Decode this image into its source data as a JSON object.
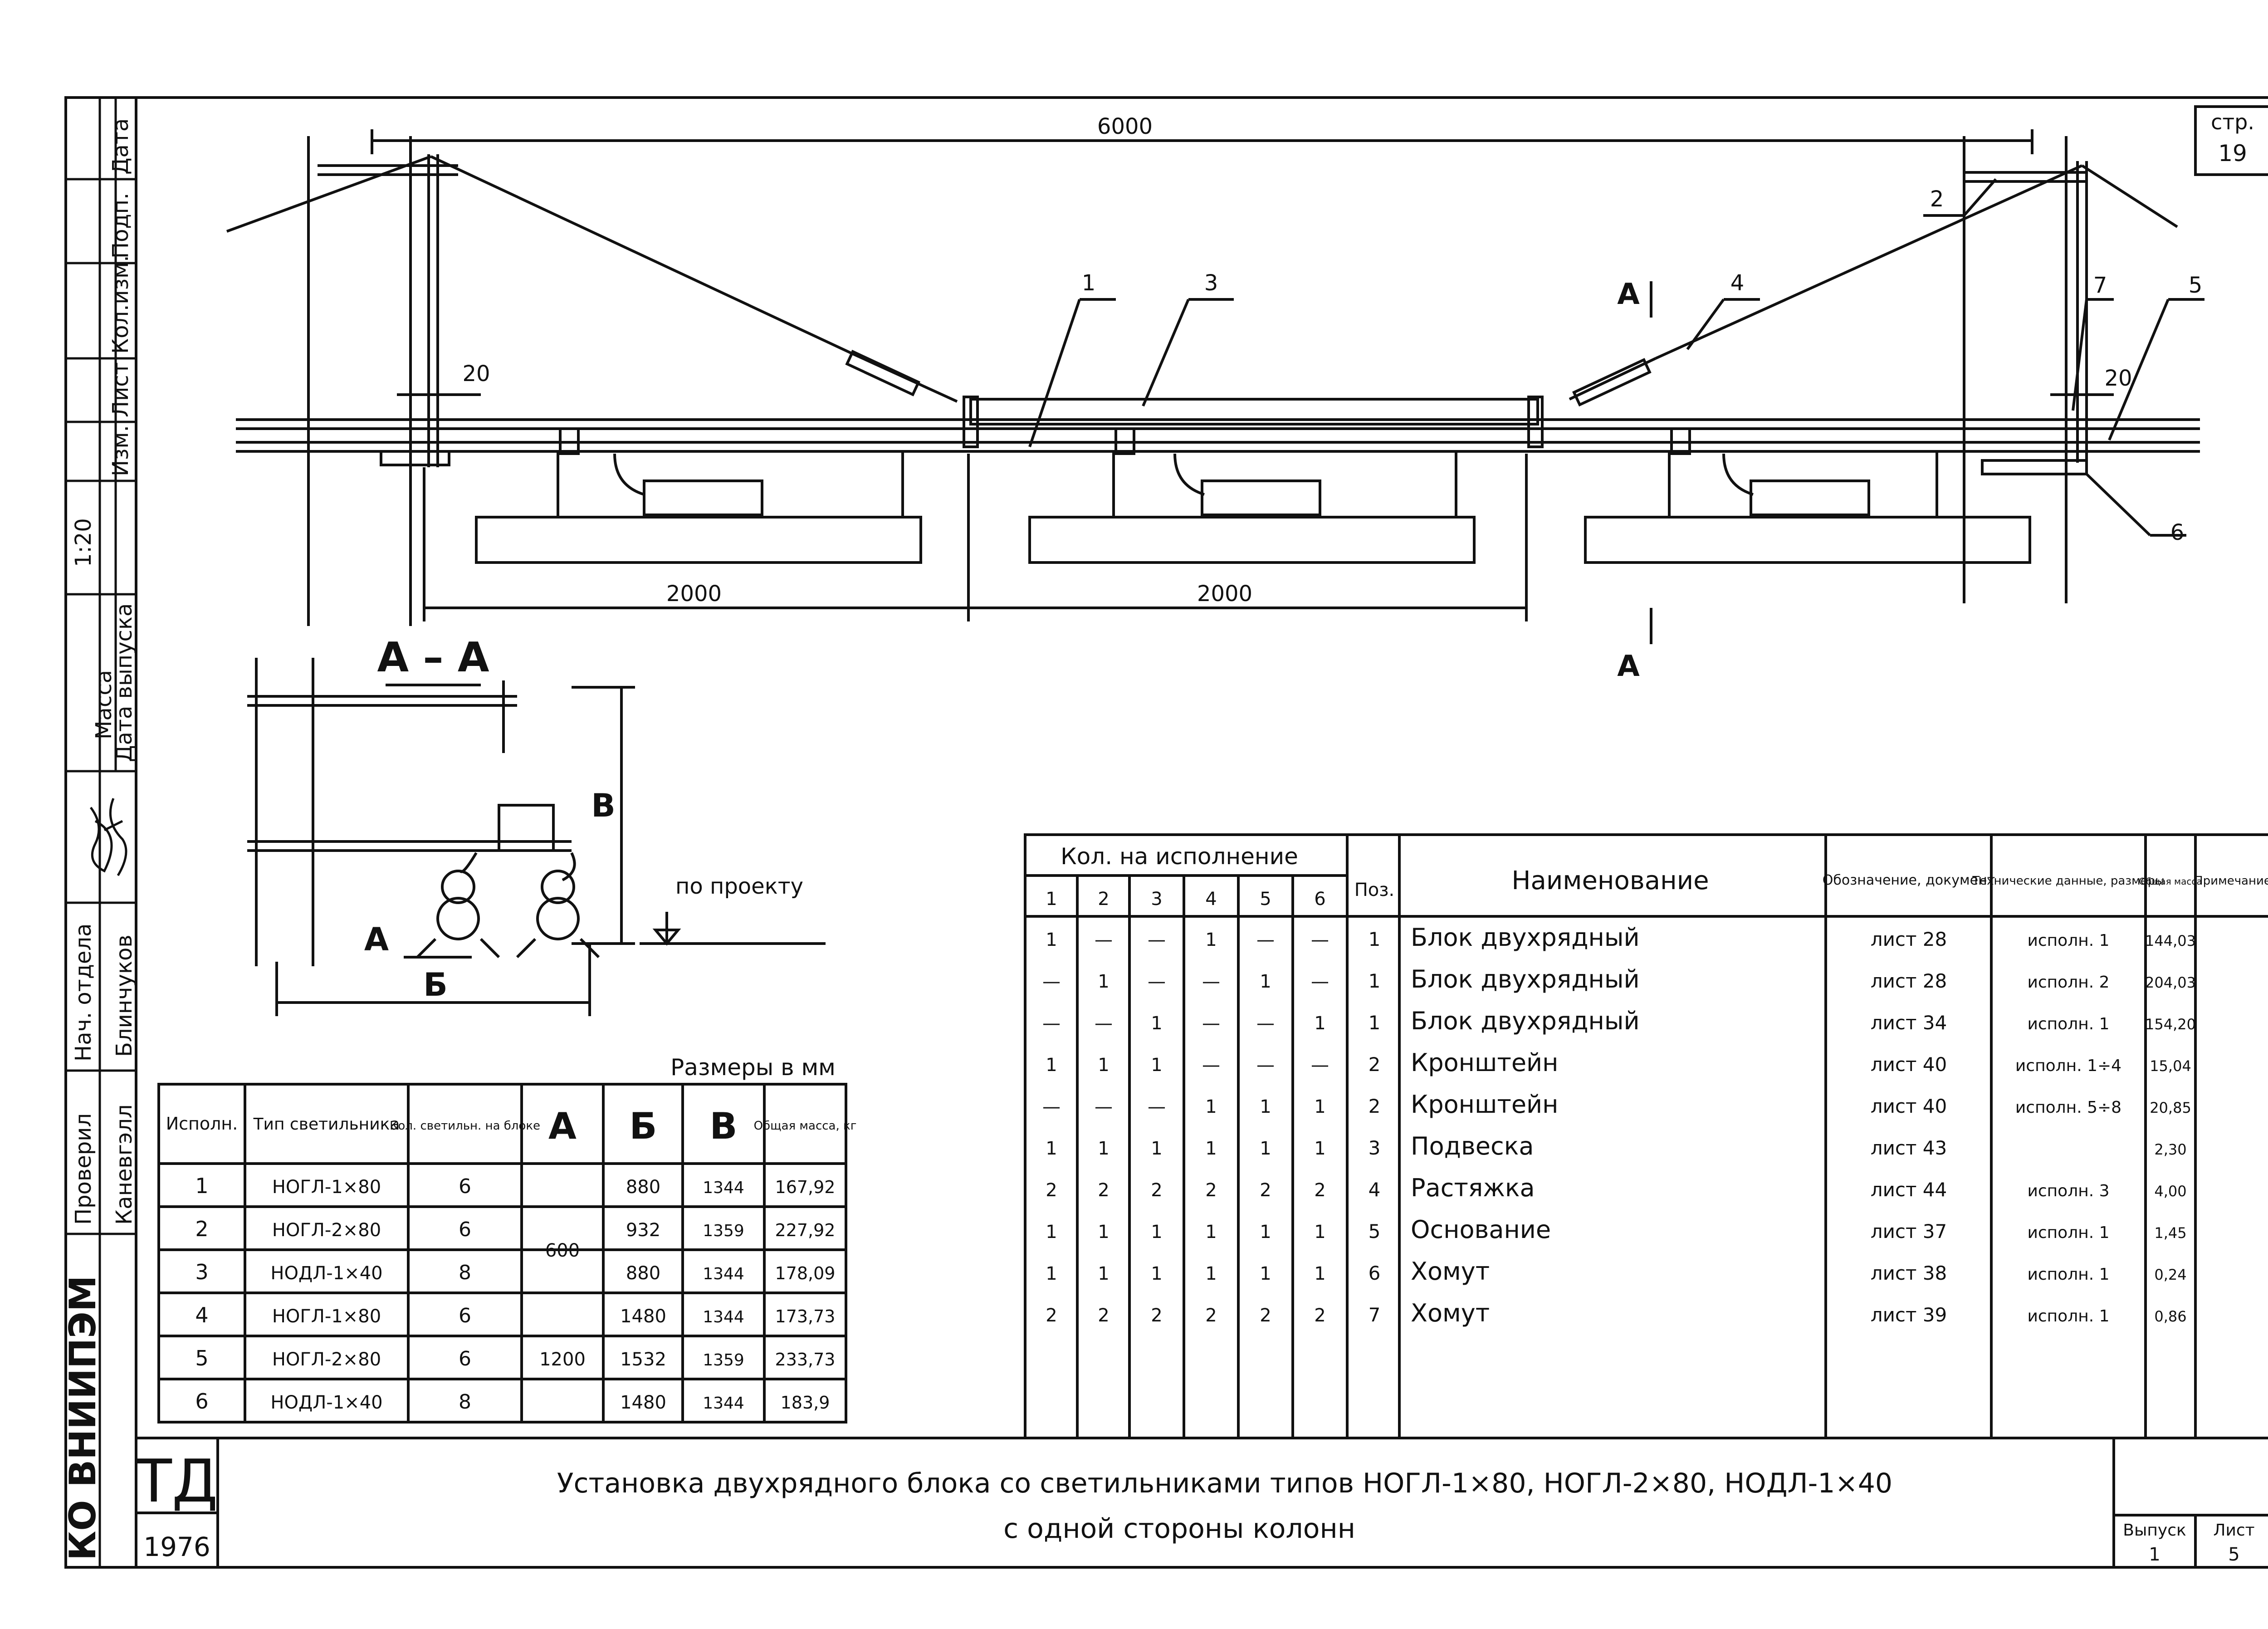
{
  "page": {
    "stamp": "стр.",
    "page_no": "19"
  },
  "drawing": {
    "dim_total": "6000",
    "dim_span_1": "2000",
    "dim_span_2": "2000",
    "dim_gap_left": "20",
    "dim_gap_right": "20",
    "callouts": [
      "1",
      "2",
      "3",
      "4",
      "5",
      "6",
      "7"
    ],
    "section_mark": "A",
    "section_title": "A – A",
    "label_v": "В",
    "label_a": "А",
    "label_b": "Б",
    "level_note": "по проекту"
  },
  "left_stamp": {
    "cols": [
      "Изм.",
      "Лист",
      "Кол.изм.",
      "Подп.",
      "Дата"
    ],
    "scale": "1:20",
    "mass_label": "Масса",
    "date_release": "Дата выпуска",
    "checked": "Проверил",
    "checked_name": "Каневгэлл",
    "head": "Нач. отдела",
    "head_name": "Блинчуков",
    "org": "КО ВНИИПЭМ"
  },
  "sizes_table": {
    "caption": "Размеры в мм",
    "headers": [
      "Исполн.",
      "Тип светильника",
      "Кол. светильн. на блоке",
      "А",
      "Б",
      "В",
      "Общая масса, кг"
    ],
    "rows": [
      {
        "no": "1",
        "type": "НОГЛ-1×80",
        "qty": "6",
        "b": "880",
        "v": "1344",
        "mass": "167,92"
      },
      {
        "no": "2",
        "type": "НОГЛ-2×80",
        "qty": "6",
        "b": "932",
        "v": "1359",
        "mass": "227,92"
      },
      {
        "no": "3",
        "type": "НОДЛ-1×40",
        "qty": "8",
        "b": "880",
        "v": "1344",
        "mass": "178,09"
      },
      {
        "no": "4",
        "type": "НОГЛ-1×80",
        "qty": "6",
        "b": "1480",
        "v": "1344",
        "mass": "173,73"
      },
      {
        "no": "5",
        "type": "НОГЛ-2×80",
        "qty": "6",
        "b": "1532",
        "v": "1359",
        "mass": "233,73"
      },
      {
        "no": "6",
        "type": "НОДЛ-1×40",
        "qty": "8",
        "b": "1480",
        "v": "1344",
        "mass": "183,9"
      }
    ],
    "a_values": [
      "600",
      "1200"
    ]
  },
  "spec_table": {
    "h_qty": "Кол. на исполнение",
    "h_cols": [
      "1",
      "2",
      "3",
      "4",
      "5",
      "6"
    ],
    "h_pos": "Поз.",
    "h_name": "Наименование",
    "h_doc": "Обозначение, документ",
    "h_tech": "Технические данные, размеры",
    "h_mass": "Общая масса",
    "h_note": "Примечание",
    "rows": [
      {
        "q": [
          "1",
          "—",
          "—",
          "1",
          "—",
          "—"
        ],
        "pos": "1",
        "name": "Блок двухрядный",
        "doc": "лист 28",
        "tech": "исполн. 1",
        "mass": "144,03"
      },
      {
        "q": [
          "—",
          "1",
          "—",
          "—",
          "1",
          "—"
        ],
        "pos": "1",
        "name": "Блок двухрядный",
        "doc": "лист 28",
        "tech": "исполн. 2",
        "mass": "204,03"
      },
      {
        "q": [
          "—",
          "—",
          "1",
          "—",
          "—",
          "1"
        ],
        "pos": "1",
        "name": "Блок двухрядный",
        "doc": "лист 34",
        "tech": "исполн. 1",
        "mass": "154,20"
      },
      {
        "q": [
          "1",
          "1",
          "1",
          "—",
          "—",
          "—"
        ],
        "pos": "2",
        "name": "Кронштейн",
        "doc": "лист 40",
        "tech": "исполн. 1÷4",
        "mass": "15,04"
      },
      {
        "q": [
          "—",
          "—",
          "—",
          "1",
          "1",
          "1"
        ],
        "pos": "2",
        "name": "Кронштейн",
        "doc": "лист 40",
        "tech": "исполн. 5÷8",
        "mass": "20,85"
      },
      {
        "q": [
          "1",
          "1",
          "1",
          "1",
          "1",
          "1"
        ],
        "pos": "3",
        "name": "Подвеска",
        "doc": "лист 43",
        "tech": "",
        "mass": "2,30"
      },
      {
        "q": [
          "2",
          "2",
          "2",
          "2",
          "2",
          "2"
        ],
        "pos": "4",
        "name": "Растяжка",
        "doc": "лист 44",
        "tech": "исполн. 3",
        "mass": "4,00"
      },
      {
        "q": [
          "1",
          "1",
          "1",
          "1",
          "1",
          "1"
        ],
        "pos": "5",
        "name": "Основание",
        "doc": "лист 37",
        "tech": "исполн. 1",
        "mass": "1,45"
      },
      {
        "q": [
          "1",
          "1",
          "1",
          "1",
          "1",
          "1"
        ],
        "pos": "6",
        "name": "Хомут",
        "doc": "лист 38",
        "tech": "исполн. 1",
        "mass": "0,24"
      },
      {
        "q": [
          "2",
          "2",
          "2",
          "2",
          "2",
          "2"
        ],
        "pos": "7",
        "name": "Хомут",
        "doc": "лист 39",
        "tech": "исполн. 1",
        "mass": "0,86"
      }
    ]
  },
  "title_block": {
    "code": "ТД",
    "year": "1976",
    "line1": "Установка двухрядного блока со светильниками типов НОГЛ-1×80, НОГЛ-2×80, НОДЛ-1×40",
    "line2": "с одной стороны колонн",
    "issue_label": "Выпуск",
    "issue_value": "1",
    "sheet_label": "Лист",
    "sheet_value": "5"
  }
}
